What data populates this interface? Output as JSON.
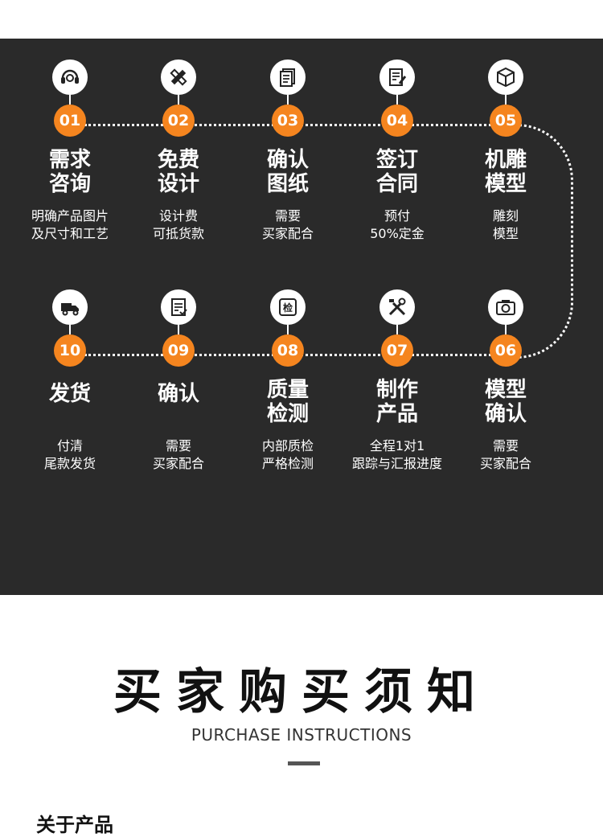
{
  "steps_row1": [
    {
      "num": "01",
      "title": "需求\n咨询",
      "desc": "明确产品图片\n及尺寸和工艺",
      "icon": "headset-icon"
    },
    {
      "num": "02",
      "title": "免费\n设计",
      "desc": "设计费\n可抵货款",
      "icon": "pencil-ruler-icon"
    },
    {
      "num": "03",
      "title": "确认\n图纸",
      "desc": "需要\n买家配合",
      "icon": "document-icon"
    },
    {
      "num": "04",
      "title": "签订\n合同",
      "desc": "预付\n50%定金",
      "icon": "contract-icon"
    },
    {
      "num": "05",
      "title": "机雕\n模型",
      "desc": "雕刻\n模型",
      "icon": "cube-icon"
    }
  ],
  "steps_row2": [
    {
      "num": "10",
      "title": "发货",
      "desc": "付清\n尾款发货",
      "icon": "truck-icon"
    },
    {
      "num": "09",
      "title": "确认",
      "desc": "需要\n买家配合",
      "icon": "checklist-icon"
    },
    {
      "num": "08",
      "title": "质量\n检测",
      "desc": "内部质检\n严格检测",
      "icon": "inspection-icon"
    },
    {
      "num": "07",
      "title": "制作\n产品",
      "desc": "全程1对1\n跟踪与汇报进度",
      "icon": "tools-icon"
    },
    {
      "num": "06",
      "title": "模型\n确认",
      "desc": "需要\n买家配合",
      "icon": "camera-icon"
    }
  ],
  "heading": "买家购买须知",
  "subheading": "PURCHASE INSTRUCTIONS",
  "cut_text": "关于产品",
  "colors": {
    "panel": "#2a2a2a",
    "accent": "#f5851f",
    "text": "#ffffff"
  }
}
